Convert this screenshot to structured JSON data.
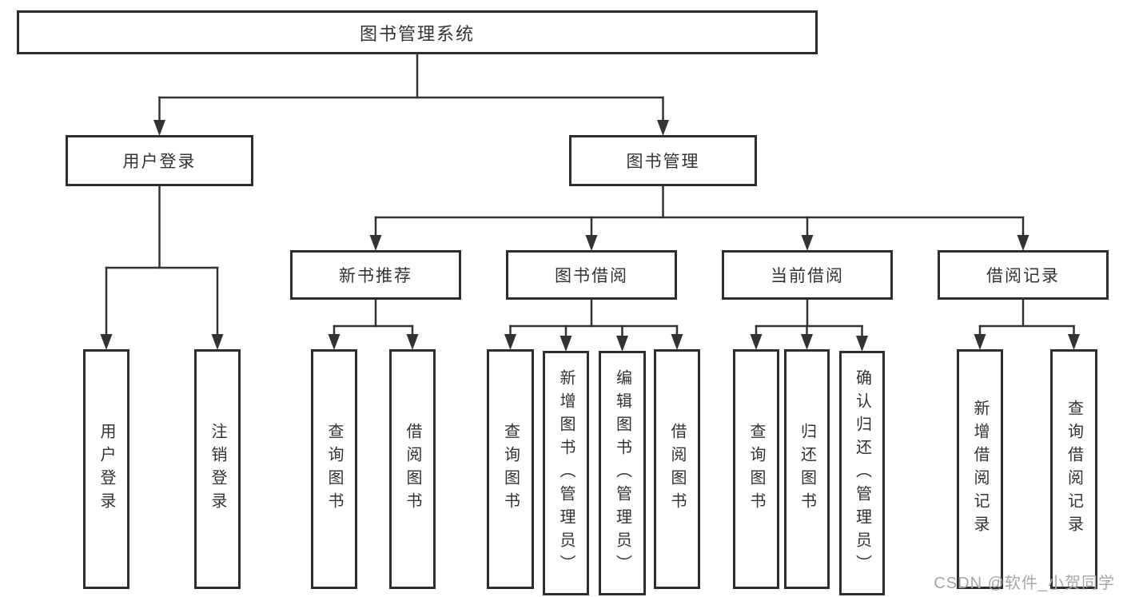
{
  "diagram": {
    "title": "图书管理系统",
    "nodes": [
      {
        "id": "root",
        "label": "图书管理系统"
      },
      {
        "id": "user-login",
        "label": "用户登录"
      },
      {
        "id": "book-mgmt",
        "label": "图书管理"
      },
      {
        "id": "new-book-rec",
        "label": "新书推荐"
      },
      {
        "id": "book-borrow",
        "label": "图书借阅"
      },
      {
        "id": "current-borrow",
        "label": "当前借阅"
      },
      {
        "id": "borrow-record",
        "label": "借阅记录"
      },
      {
        "id": "ul-user-login",
        "label": "用户登录"
      },
      {
        "id": "ul-logout",
        "label": "注销登录"
      },
      {
        "id": "nb-query-book",
        "label": "查询图书"
      },
      {
        "id": "nb-borrow-book",
        "label": "借阅图书"
      },
      {
        "id": "bb-query-book",
        "label": "查询图书"
      },
      {
        "id": "bb-add-book",
        "label": "新增图书（管理员）"
      },
      {
        "id": "bb-edit-book",
        "label": "编辑图书（管理员）"
      },
      {
        "id": "bb-borrow-book",
        "label": "借阅图书"
      },
      {
        "id": "cb-query-book",
        "label": "查询图书"
      },
      {
        "id": "cb-return-book",
        "label": "归还图书"
      },
      {
        "id": "cb-confirm-return",
        "label": "确认归还（管理员）"
      },
      {
        "id": "br-add-record",
        "label": "新增借阅记录"
      },
      {
        "id": "br-query-record",
        "label": "查询借阅记录"
      }
    ],
    "edges": [
      {
        "from": "root",
        "to": [
          "user-login",
          "book-mgmt"
        ]
      },
      {
        "from": "user-login",
        "to": [
          "ul-user-login",
          "ul-logout"
        ]
      },
      {
        "from": "book-mgmt",
        "to": [
          "new-book-rec",
          "book-borrow",
          "current-borrow",
          "borrow-record"
        ]
      },
      {
        "from": "new-book-rec",
        "to": [
          "nb-query-book",
          "nb-borrow-book"
        ]
      },
      {
        "from": "book-borrow",
        "to": [
          "bb-query-book",
          "bb-add-book",
          "bb-edit-book",
          "bb-borrow-book"
        ]
      },
      {
        "from": "current-borrow",
        "to": [
          "cb-query-book",
          "cb-return-book",
          "cb-confirm-return"
        ]
      },
      {
        "from": "borrow-record",
        "to": [
          "br-add-record",
          "br-query-record"
        ]
      }
    ]
  },
  "watermark": "CSDN @软件_小贺同学",
  "colors": {
    "line": "#333333",
    "box_border": "#2d2d2d",
    "text": "#333333",
    "watermark": "#a6a6a6",
    "background": "#ffffff"
  }
}
